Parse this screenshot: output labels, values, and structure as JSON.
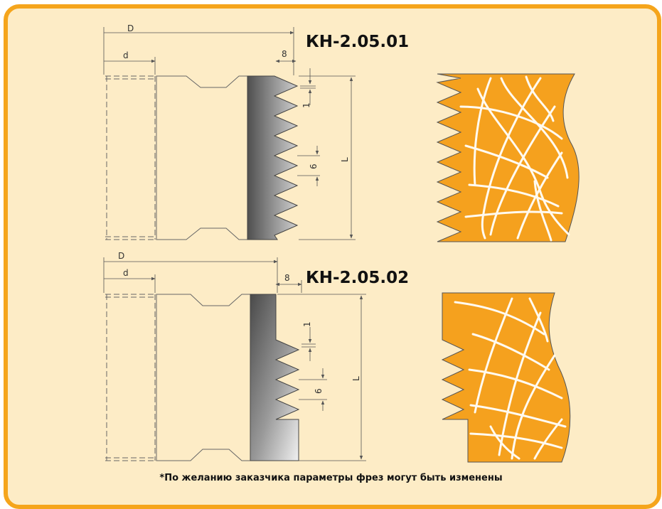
{
  "cutters": [
    {
      "model": "КН-2.05.01",
      "labels": {
        "D": "D",
        "d": "d",
        "tooth_width": "8",
        "tooth_gap": "1",
        "tooth_pitch": "6",
        "length": "L"
      }
    },
    {
      "model": "КН-2.05.02",
      "labels": {
        "D": "D",
        "d": "d",
        "tooth_width": "8",
        "tooth_gap": "1",
        "tooth_pitch": "6",
        "length": "L"
      }
    }
  ],
  "note": "*По желанию заказчика параметры фрез могут быть изменены",
  "colors": {
    "border": "#f5a51c",
    "background": "#fdecc6",
    "wood": "#f5a11e",
    "grain": "#fffaf0",
    "cutter_dark": "#4d4d4d",
    "cutter_light": "#e2e2e2"
  }
}
